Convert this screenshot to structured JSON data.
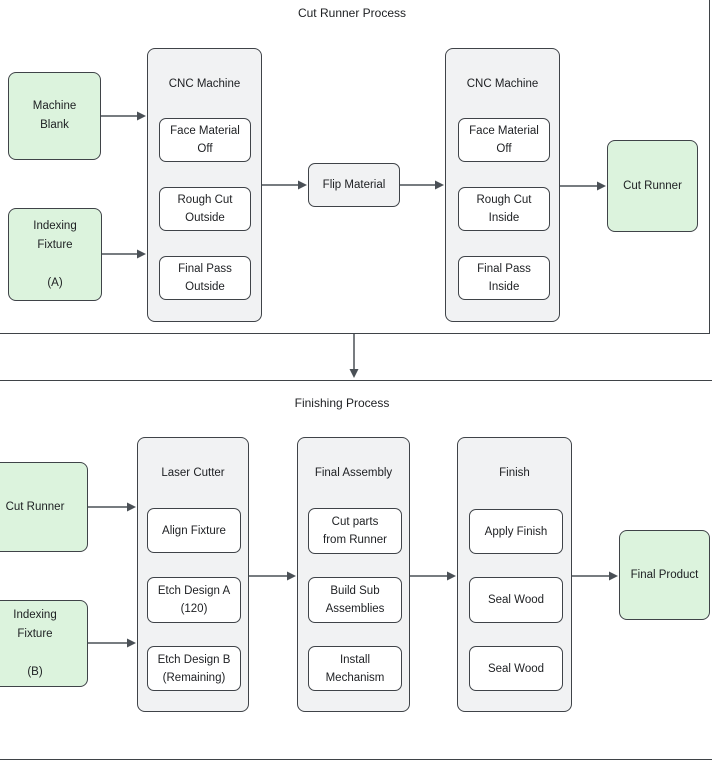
{
  "palette": {
    "green_fill": "#dcf3dd",
    "container_fill": "#f1f2f3",
    "box_fill": "#ffffff",
    "border": "#3f4348",
    "arrow": "#4a5056",
    "text": "#1d1f22"
  },
  "sections": {
    "cut_runner_process": {
      "title": "Cut Runner Process",
      "machine_blank": "Machine\nBlank",
      "indexing_fixture_a": "Indexing\nFixture\n\n(A)",
      "cnc1": {
        "title": "CNC Machine",
        "steps": [
          "Face Material\nOff",
          "Rough Cut\nOutside",
          "Final Pass\nOutside"
        ]
      },
      "flip_material": "Flip Material",
      "cnc2": {
        "title": "CNC Machine",
        "steps": [
          "Face Material\nOff",
          "Rough Cut\nInside",
          "Final Pass\nInside"
        ]
      },
      "cut_runner": "Cut Runner"
    },
    "finishing_process": {
      "title": "Finishing Process",
      "cut_runner": "Cut Runner",
      "indexing_fixture_b": "Indexing\nFixture\n\n(B)",
      "laser_cutter": {
        "title": "Laser Cutter",
        "steps": [
          "Align Fixture",
          "Etch Design A\n(120)",
          "Etch Design B\n(Remaining)"
        ]
      },
      "final_assembly": {
        "title": "Final Assembly",
        "steps": [
          "Cut parts\nfrom Runner",
          "Build Sub\nAssemblies",
          "Install\nMechanism"
        ]
      },
      "finish": {
        "title": "Finish",
        "steps": [
          "Apply Finish",
          "Seal Wood",
          "Seal Wood"
        ]
      },
      "final_product": "Final Product"
    }
  }
}
